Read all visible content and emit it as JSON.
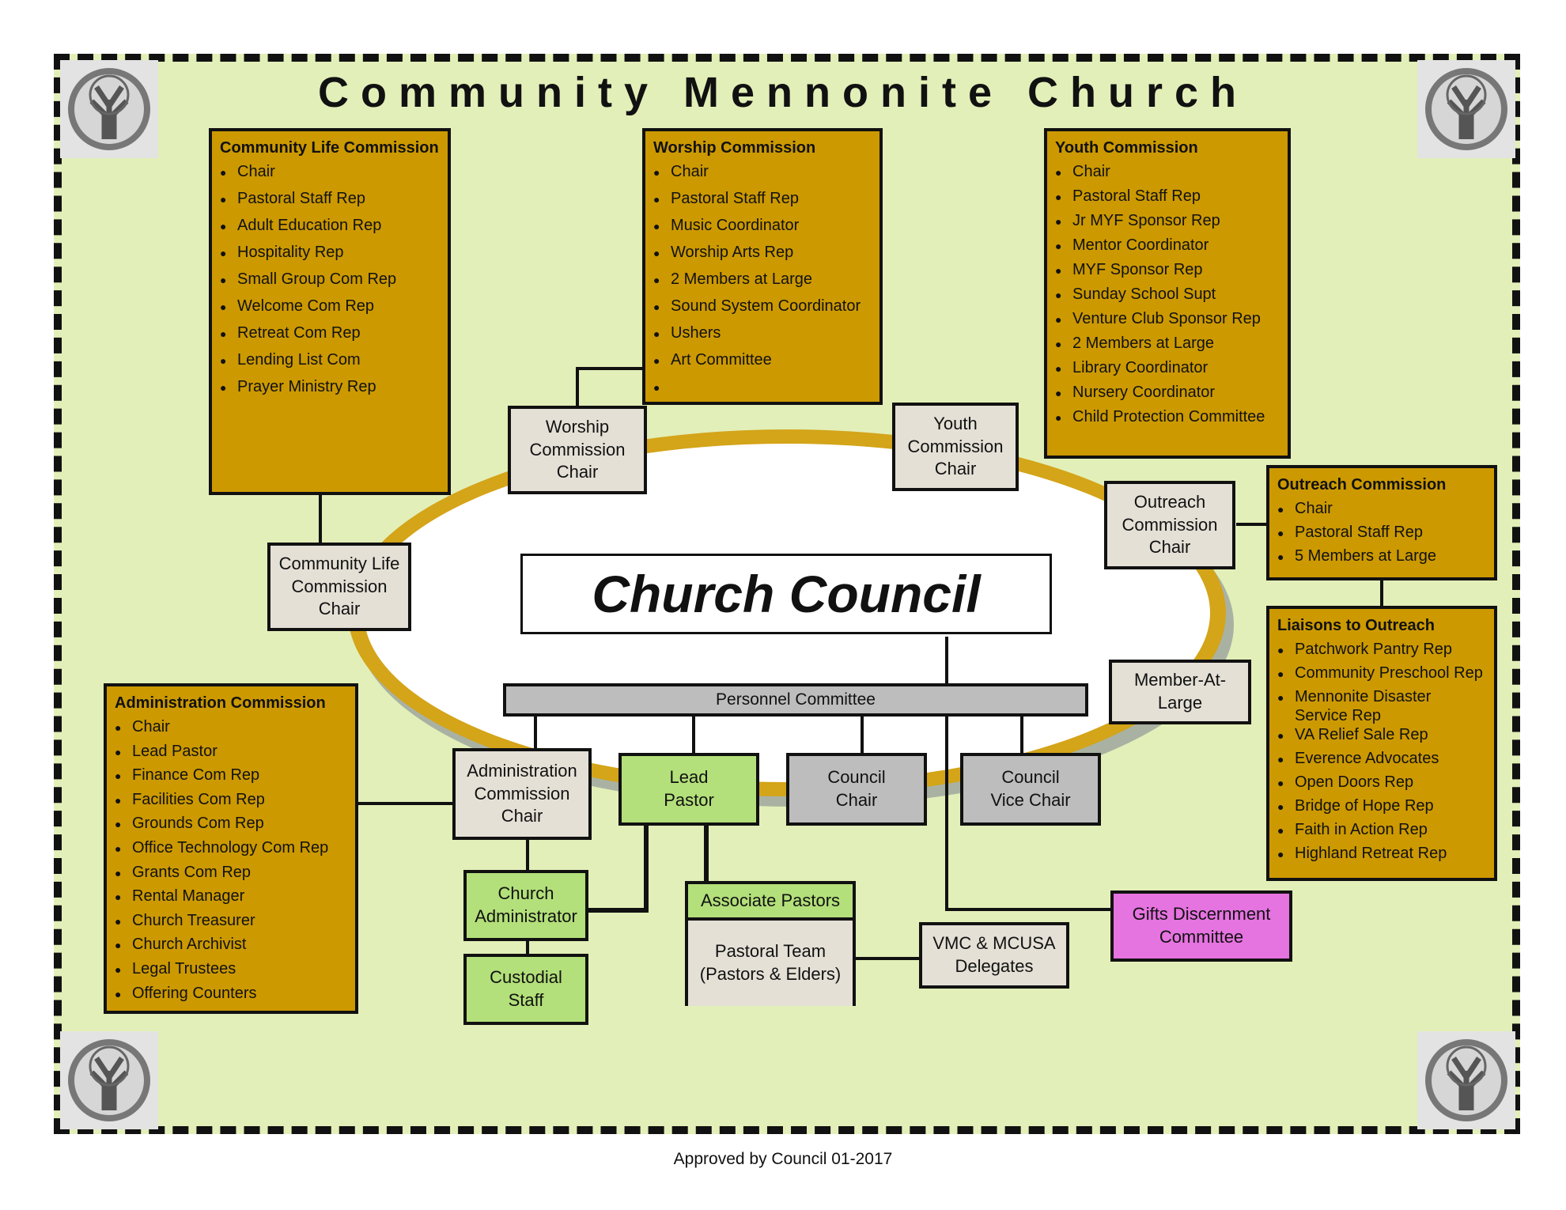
{
  "title": "Community Mennonite Church",
  "footer": "Approved by Council 01-2017",
  "colors": {
    "background": "#e2efb8",
    "commission": "#cc9900",
    "chair": "#e4e0d6",
    "staff": "#b3e07a",
    "committee": "#bdbdbd",
    "gifts": "#e573e0",
    "ring": "#d4a419"
  },
  "council": "Church Council",
  "commissions": {
    "community_life": {
      "title": "Community Life Commission",
      "items": [
        "Chair",
        "Pastoral Staff Rep",
        "Adult Education Rep",
        "Hospitality Rep",
        "Small Group Com Rep",
        "Welcome Com Rep",
        "Retreat Com Rep",
        "Lending List Com",
        "Prayer Ministry Rep"
      ]
    },
    "worship": {
      "title": "Worship Commission",
      "items": [
        "Chair",
        "Pastoral Staff Rep",
        "Music Coordinator",
        "Worship Arts Rep",
        "2 Members at Large",
        "Sound System Coordinator",
        "Ushers",
        "Art Committee",
        ""
      ]
    },
    "youth": {
      "title": "Youth Commission",
      "items": [
        "Chair",
        "Pastoral Staff Rep",
        "Jr MYF Sponsor Rep",
        "Mentor Coordinator",
        "MYF Sponsor Rep",
        "Sunday School Supt",
        "Venture Club Sponsor Rep",
        "2 Members at Large",
        "Library Coordinator",
        "Nursery Coordinator",
        "Child Protection Committee"
      ]
    },
    "outreach": {
      "title": "Outreach Commission",
      "items": [
        "Chair",
        "Pastoral Staff Rep",
        "5 Members at Large"
      ]
    },
    "liaisons": {
      "title": "Liaisons to Outreach",
      "items": [
        "Patchwork Pantry Rep",
        "Community Preschool Rep",
        "Mennonite Disaster Service Rep",
        "VA Relief Sale Rep",
        "Everence Advocates",
        "Open Doors Rep",
        "Bridge of Hope Rep",
        "Faith in Action Rep",
        "Highland Retreat Rep"
      ]
    },
    "administration": {
      "title": "Administration Commission",
      "items": [
        "Chair",
        "Lead Pastor",
        "Finance Com Rep",
        "Facilities Com Rep",
        "Grounds Com Rep",
        "Office Technology Com Rep",
        "Grants Com Rep",
        "Rental Manager",
        "Church Treasurer",
        "Church Archivist",
        "Legal Trustees",
        "Offering Counters"
      ]
    }
  },
  "chairs": {
    "worship": "Worship\nCommission\nChair",
    "youth": "Youth\nCommission\nChair",
    "outreach": "Outreach\nCommission\nChair",
    "community_life": "Community Life\nCommission\nChair",
    "member_at_large": "Member-At-\nLarge",
    "administration": "Administration\nCommission\nChair"
  },
  "personnel": "Personnel Committee",
  "lead_pastor": "Lead\nPastor",
  "council_chair": "Council\nChair",
  "council_vice_chair": "Council\nVice Chair",
  "church_administrator": "Church\nAdministrator",
  "custodial": "Custodial\nStaff",
  "associate_pastors": "Associate Pastors",
  "pastoral_team": "Pastoral Team\n(Pastors & Elders)",
  "delegates": "VMC & MCUSA\nDelegates",
  "gifts": "Gifts Discernment\nCommittee"
}
